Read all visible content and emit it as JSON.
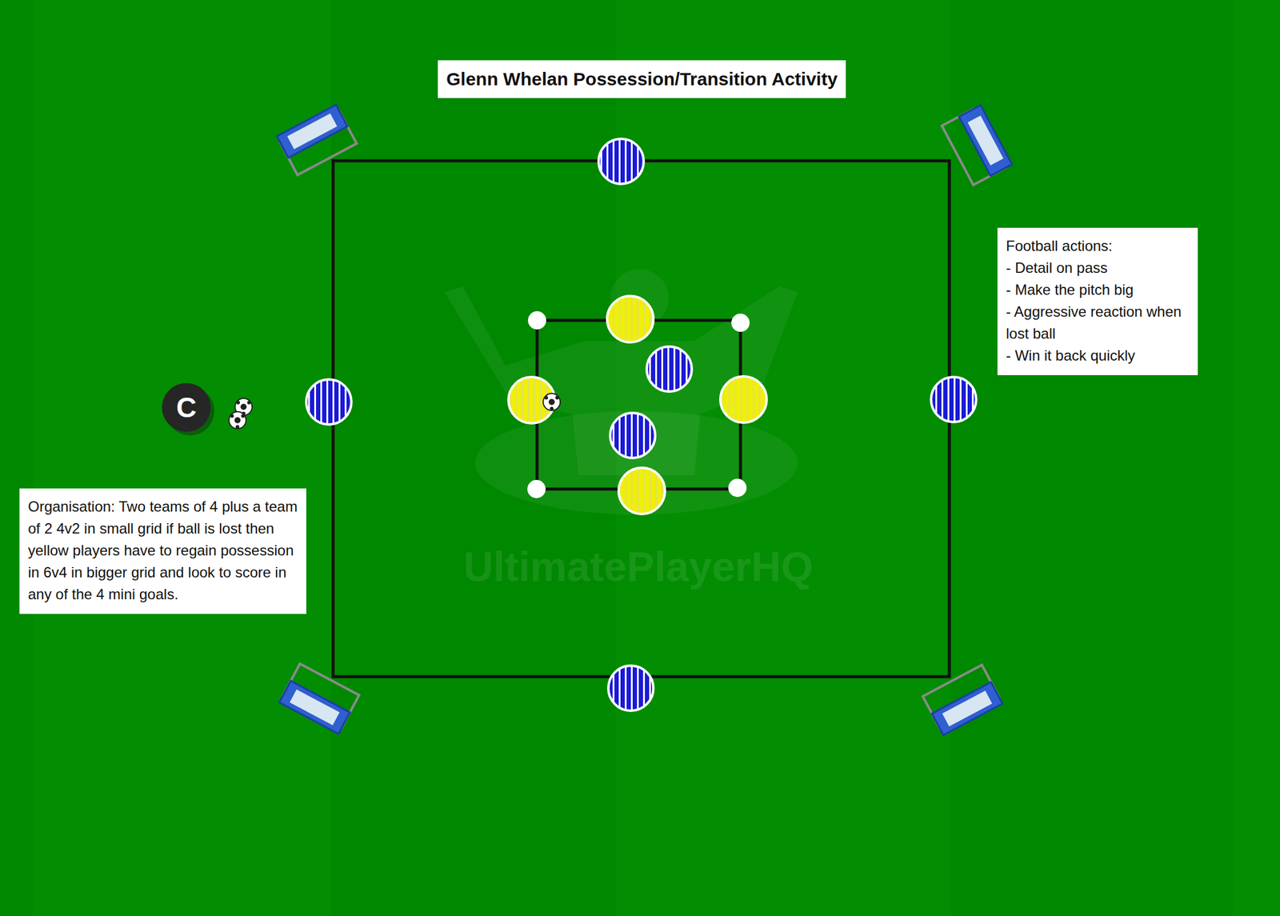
{
  "diagram": {
    "title": "Glenn Whelan Possession/Transition Activity",
    "nodes": [
      {
        "text": [
          "Football actions:",
          "- Detail on pass",
          "- Make the pitch big",
          "- Aggressive reaction when lost ball",
          "- Win it back quickly"
        ]
      },
      {
        "text": [
          "Organisation: Two teams of 4 plus a team of 2 4v2 in small grid if ball is lost then yellow players have to regain possession in 6v4 in bigger grid and look to score in any of the 4 mini goals."
        ]
      },
      {
        "text": [
          "C"
        ]
      }
    ],
    "labels": [
      "UltimatePlayerHQ"
    ]
  }
}
